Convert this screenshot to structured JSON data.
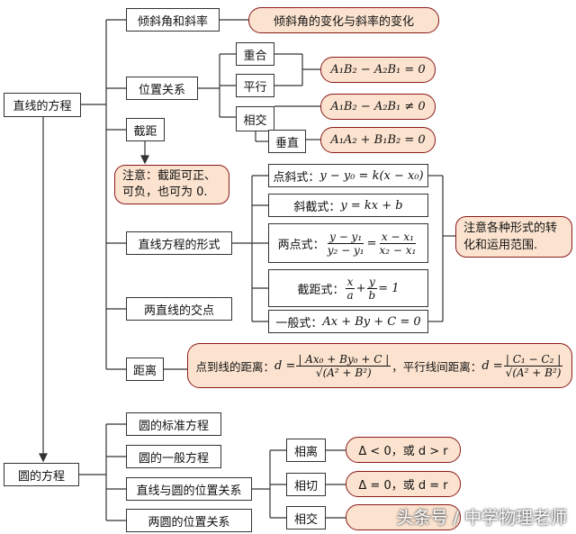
{
  "line_eq": {
    "title": "直线的方程",
    "incline": {
      "label": "倾斜角和斜率",
      "note": "倾斜角的变化与斜率的变化"
    },
    "position": {
      "label": "位置关系",
      "coincide": "重合",
      "parallel": "平行",
      "intersect": "相交",
      "perpendicular": "垂直",
      "eq_parallel": "A₁B₂ − A₂B₁ = 0",
      "neq_intersect": "A₁B₂ − A₂B₁ ≠ 0",
      "eq_perp": "A₁A₂ + B₁B₂ = 0"
    },
    "intercept": {
      "label": "截距",
      "note_line1": "注意：截距可正、",
      "note_line2": "可负，也可为 0."
    },
    "forms": {
      "label": "直线方程的形式",
      "point_slope_label": "点斜式：",
      "point_slope_eq": "y − y₀ = k(x − x₀)",
      "slope_intercept_label": "斜截式：",
      "slope_intercept_eq": "y = kx + b",
      "two_point_label": "两点式：",
      "two_point_l_num": "y − y₁",
      "two_point_l_den": "y₂ − y₁",
      "two_point_eq": "=",
      "two_point_r_num": "x − x₁",
      "two_point_r_den": "x₂ − x₁",
      "intercept_form_label": "截距式：",
      "intercept_x_num": "x",
      "intercept_x_den": "a",
      "intercept_plus": "+",
      "intercept_y_num": "y",
      "intercept_y_den": "b",
      "intercept_eq_one": "= 1",
      "general_label": "一般式：",
      "general_eq": "Ax + By + C = 0",
      "note_line1": "注意各种形式的转",
      "note_line2": "化和运用范围."
    },
    "intersection": {
      "label": "两直线的交点"
    },
    "distance": {
      "label": "距离",
      "point_line_label": "点到线的距离：",
      "d1_prefix": "d =",
      "d1_num": "| Ax₀ + By₀ + C |",
      "d1_den": "√(A² + B²)",
      "parallel_label": "，平行线间距离：",
      "d2_prefix": "d =",
      "d2_num": "| C₁ − C₂ |",
      "d2_den": "√(A² + B²)"
    }
  },
  "circle_eq": {
    "title": "圆的方程",
    "standard": "圆的标准方程",
    "general": "圆的一般方程",
    "line_circle": "直线与圆的位置关系",
    "two_circles": "两圆的位置关系",
    "separate": "相离",
    "tangent": "相切",
    "intersect": "相交",
    "separate_cond": "Δ < 0，或 d > r",
    "tangent_cond": "Δ = 0，或 d = r"
  },
  "watermark": "头条号 / 中学物理老师",
  "colors": {
    "pill_border": "#8b1a1a",
    "pill_fill": "#fbe3cf",
    "line": "#333333"
  }
}
